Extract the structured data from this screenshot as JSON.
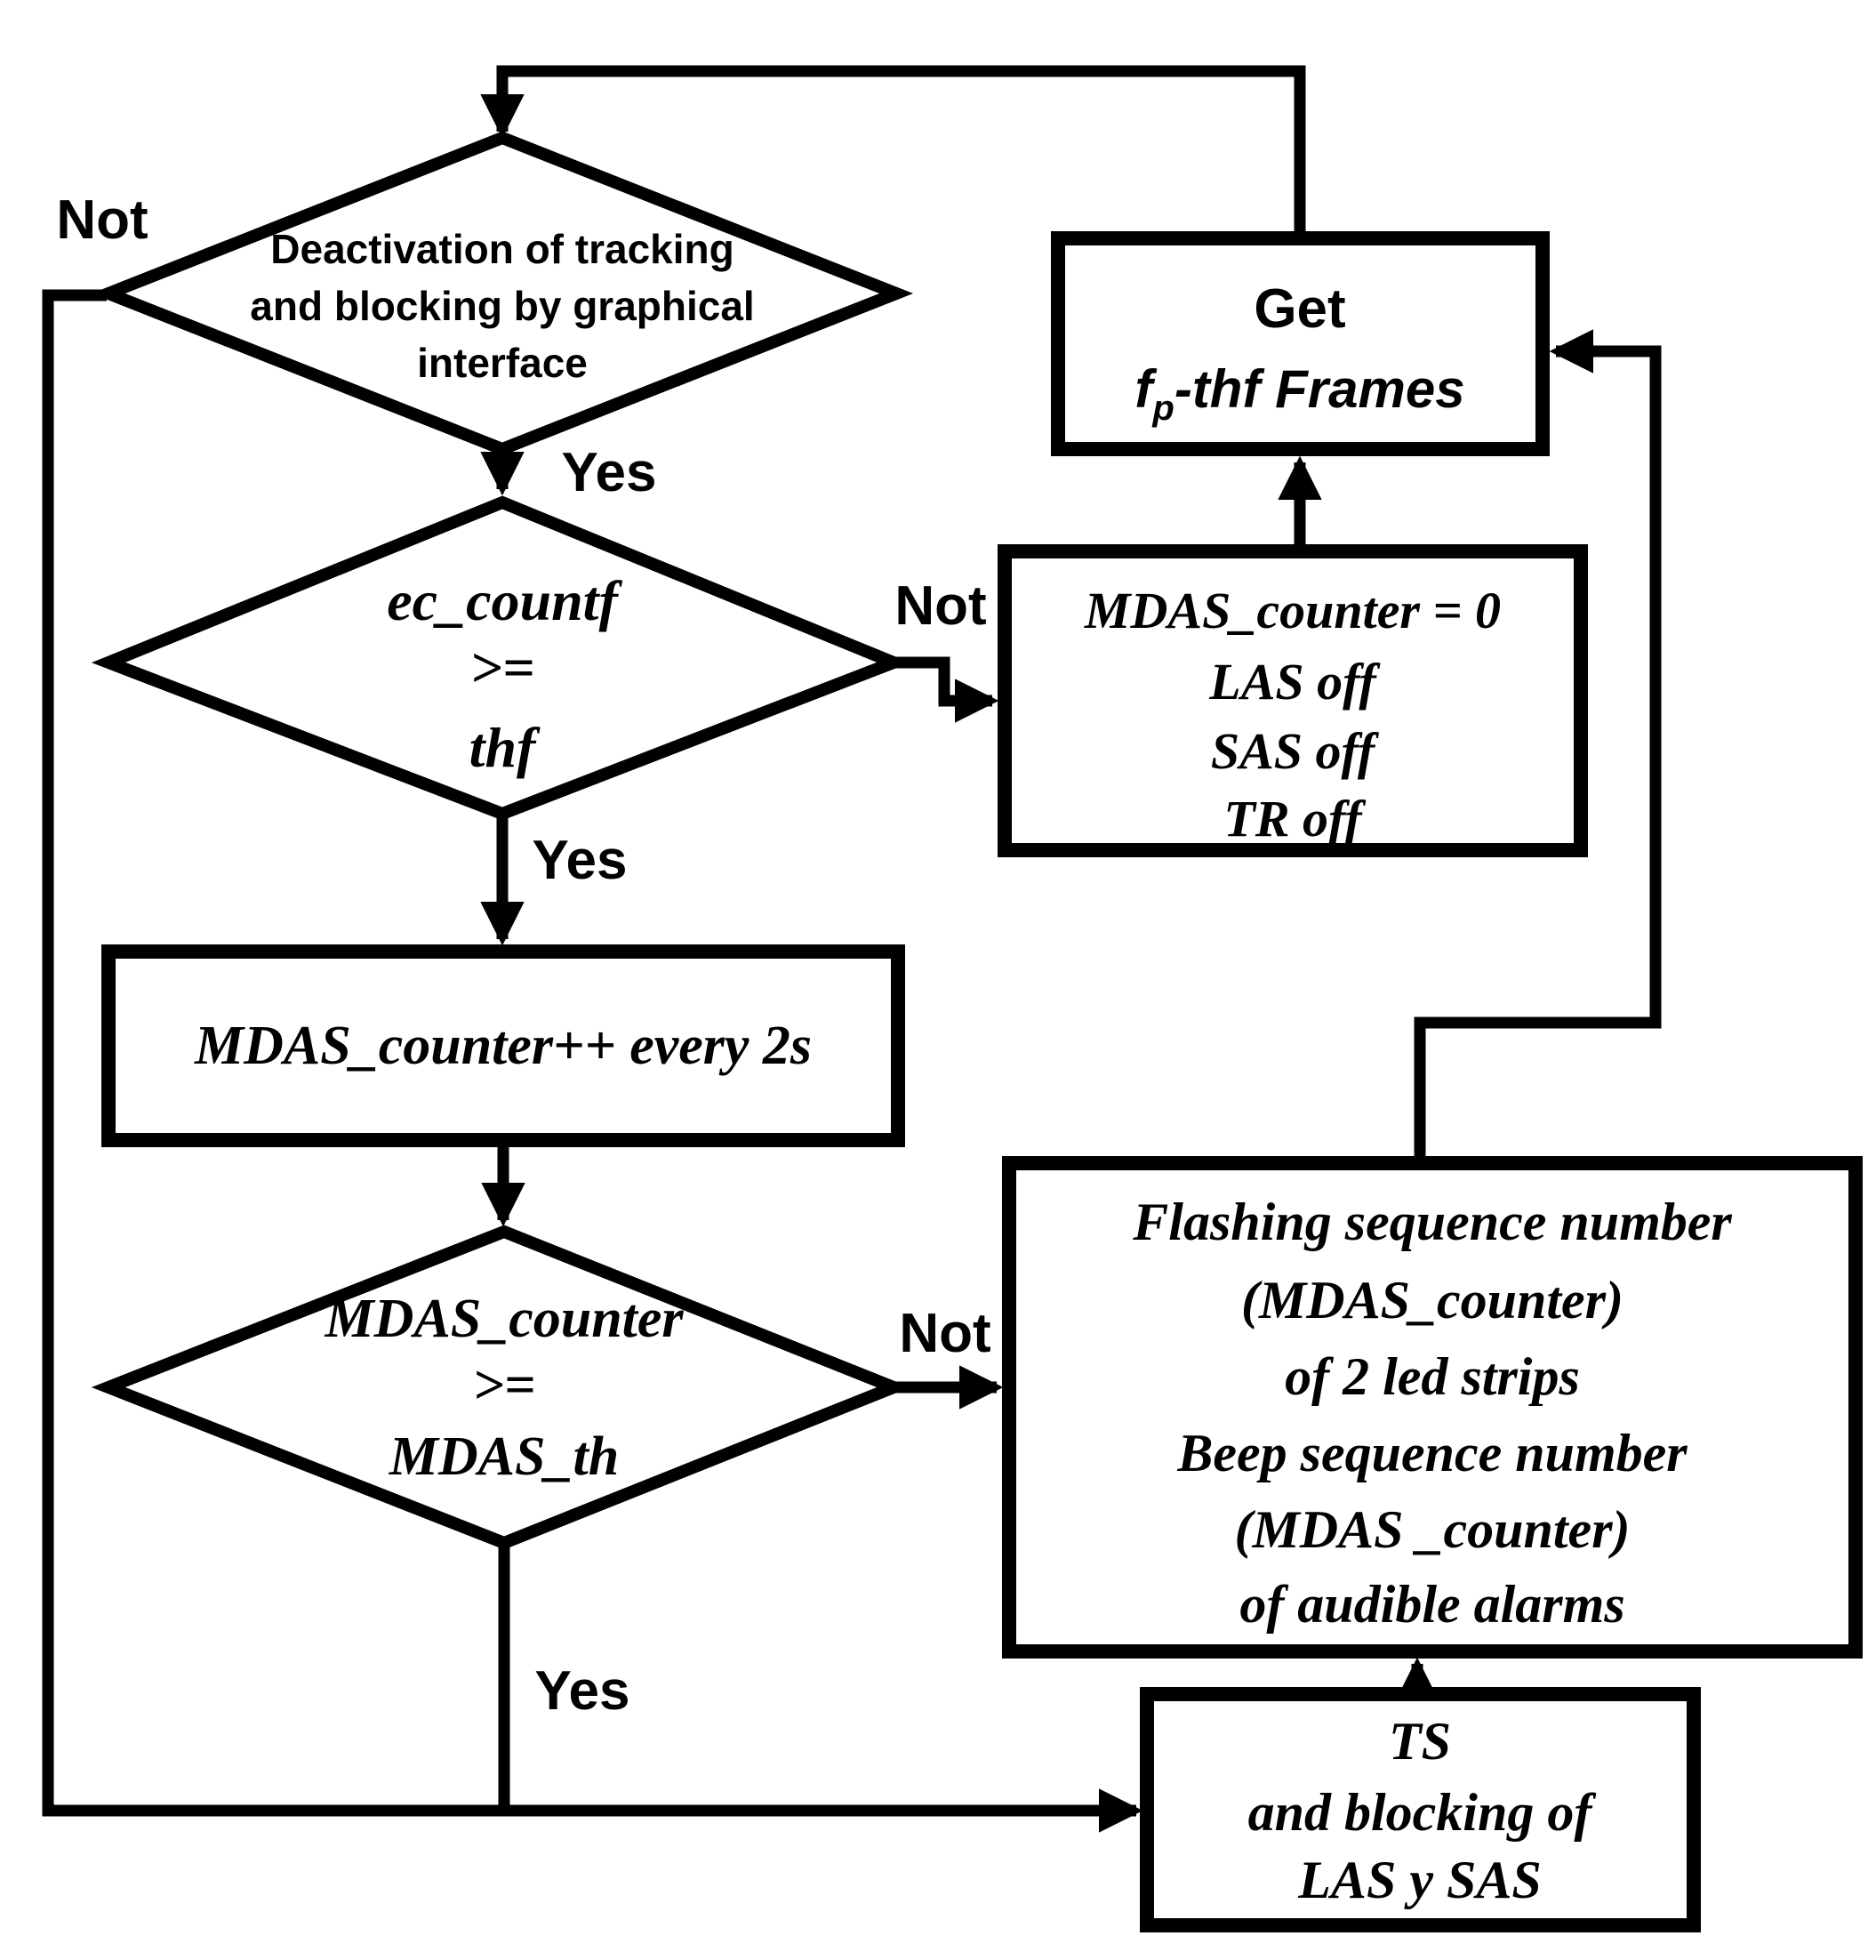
{
  "flowchart": {
    "decisions": {
      "deactivation": {
        "line1": "Deactivation of tracking",
        "line2": "and blocking by graphical",
        "line3": "interface"
      },
      "ec_countf": {
        "line1": "ec_countf",
        "line2": ">=",
        "line3": "thf"
      },
      "mdas_counter": {
        "line1": "MDAS_counter",
        "line2": ">=",
        "line3": "MDAS_th"
      }
    },
    "processes": {
      "get_frames": {
        "line1": "Get",
        "f": "f",
        "sub": "p",
        "rest": "-thf Frames"
      },
      "increment": {
        "line1": "MDAS_counter++ every 2s"
      },
      "reset": {
        "line1": "MDAS_counter = 0",
        "line2": "LAS off",
        "line3": "SAS off",
        "line4": "TR off"
      },
      "alerts": {
        "line1": "Flashing sequence number",
        "line2": "(MDAS_counter)",
        "line3": "of 2 led strips",
        "line4": "Beep sequence number",
        "line5": "(MDAS _counter)",
        "line6": "of audible alarms"
      },
      "ts_blocking": {
        "line1": "TS",
        "line2": "and blocking of",
        "line3": "LAS y SAS"
      }
    },
    "edge_labels": {
      "d1_not": "Not",
      "d1_yes": "Yes",
      "d2_not": "Not",
      "d2_yes": "Yes",
      "d3_not": "Not",
      "d3_yes": "Yes"
    },
    "colors": {
      "line": "#000000",
      "background": "#ffffff",
      "text": "#000000"
    }
  }
}
